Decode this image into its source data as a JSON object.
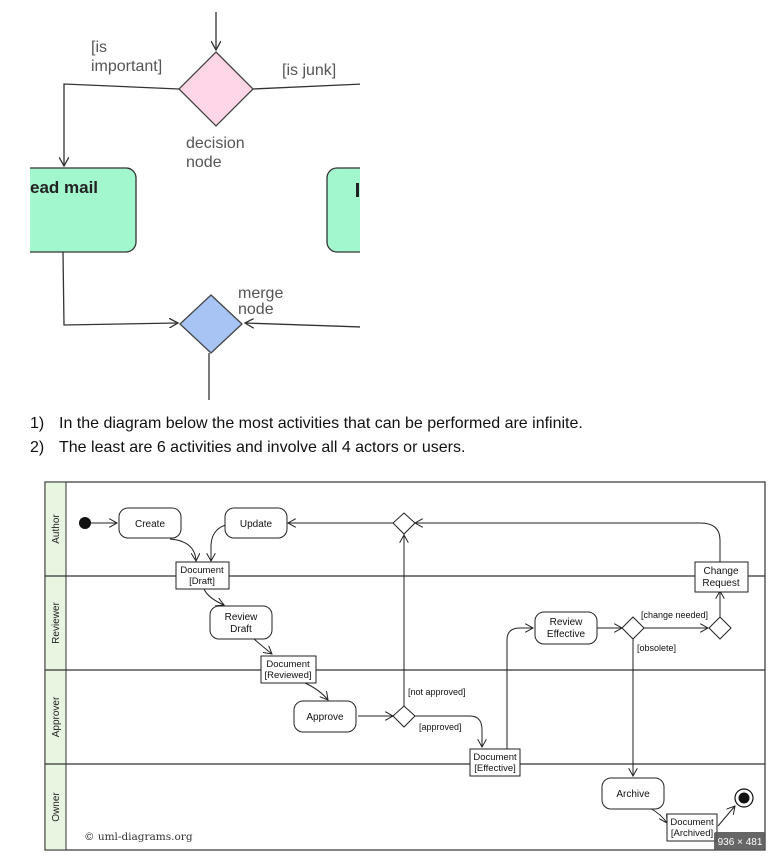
{
  "top_diagram": {
    "guard_left": [
      "[is",
      "important]"
    ],
    "guard_right": "[is junk]",
    "decision_label": [
      "decision",
      "node"
    ],
    "action_left": "ead mail",
    "merge_label": [
      "merge",
      "node"
    ]
  },
  "notes": [
    {
      "num": "1)",
      "text": "In the diagram below the most activities that can be performed are infinite."
    },
    {
      "num": "2)",
      "text": "The least are 6 activities and involve all 4 actors or users."
    }
  ],
  "uml": {
    "lanes": [
      "Author",
      "Reviewer",
      "Approver",
      "Owner"
    ],
    "actions": {
      "create": "Create",
      "update": "Update",
      "review_draft": [
        "Review",
        "Draft"
      ],
      "approve": "Approve",
      "review_effective": [
        "Review",
        "Effective"
      ],
      "archive": "Archive",
      "change_request": [
        "Change",
        "Request"
      ]
    },
    "objects": {
      "draft": [
        "Document",
        "[Draft]"
      ],
      "reviewed": [
        "Document",
        "[Reviewed]"
      ],
      "effective": [
        "Document",
        "[Effective]"
      ],
      "archived": [
        "Document",
        "[Archived]"
      ]
    },
    "guards": {
      "not_approved": "[not approved]",
      "approved": "[approved]",
      "change_needed": "[change needed]",
      "obsolete": "[obsolete]"
    },
    "credit": "© uml-diagrams.org",
    "size_badge": "936 × 481"
  },
  "colors": {
    "action_green": "#a3f7cf",
    "decision_pink": "#ffd6e8",
    "merge_blue": "#a8c4f5"
  }
}
